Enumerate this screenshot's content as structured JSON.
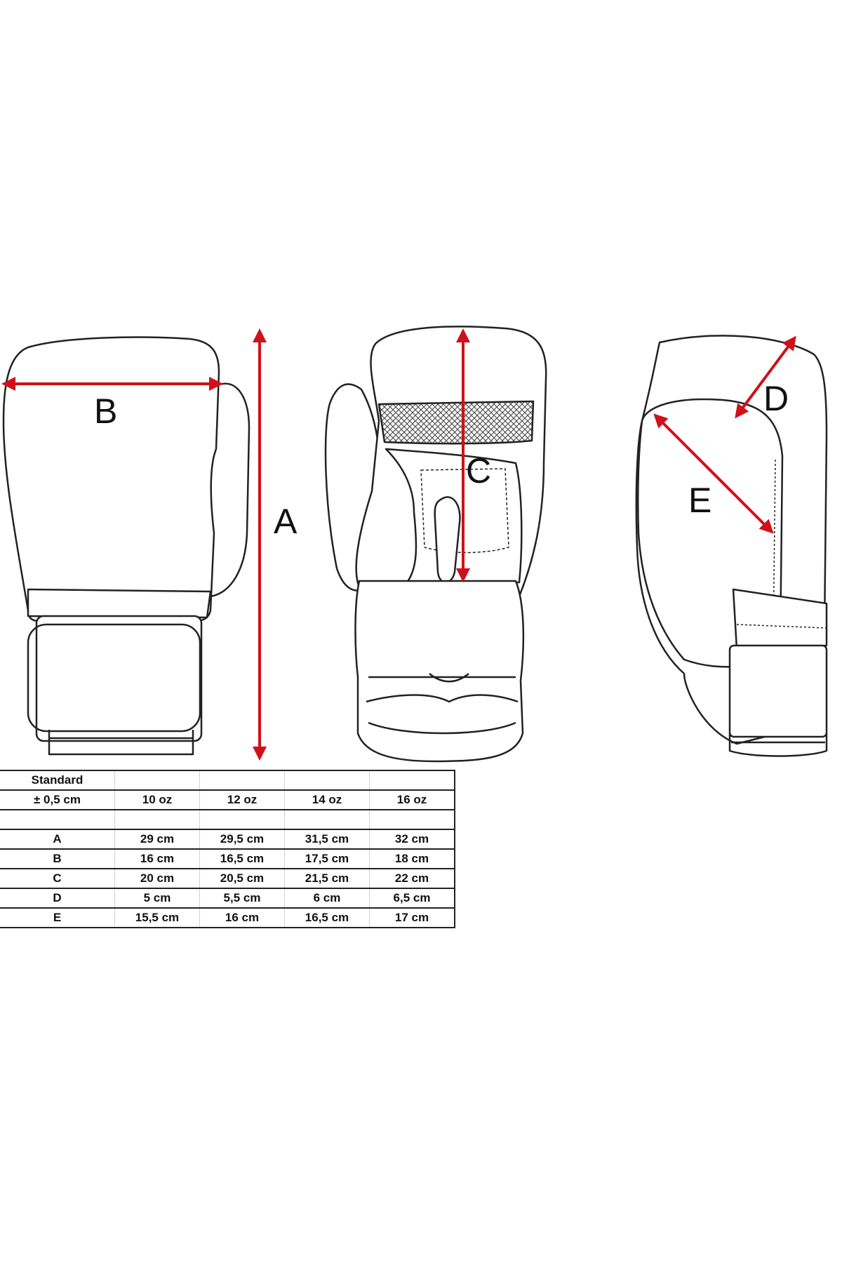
{
  "colors": {
    "line": "#222222",
    "arrow": "#d0101a",
    "mesh": "#6a6a6a"
  },
  "dimensions": {
    "a_label": "A",
    "b_label": "B",
    "c_label": "C",
    "d_label": "D",
    "e_label": "E"
  },
  "table": {
    "header_row1": [
      "Standard",
      "",
      "",
      "",
      ""
    ],
    "header_row2": [
      "± 0,5 cm",
      "10 oz",
      "12 oz",
      "14 oz",
      "16 oz"
    ],
    "rows": [
      [
        "A",
        "29 cm",
        "29,5 cm",
        "31,5 cm",
        "32 cm"
      ],
      [
        "B",
        "16 cm",
        "16,5 cm",
        "17,5 cm",
        "18 cm"
      ],
      [
        "C",
        "20 cm",
        "20,5 cm",
        "21,5 cm",
        "22 cm"
      ],
      [
        "D",
        "5 cm",
        "5,5 cm",
        "6 cm",
        "6,5 cm"
      ],
      [
        "E",
        "15,5 cm",
        "16 cm",
        "16,5 cm",
        "17 cm"
      ]
    ]
  }
}
